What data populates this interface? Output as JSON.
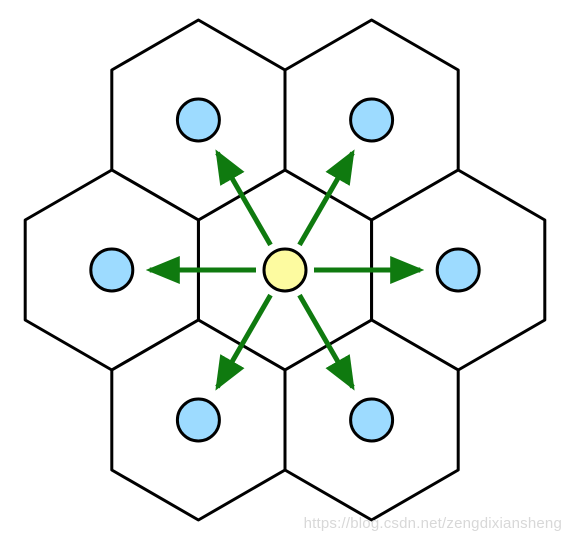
{
  "diagram": {
    "hex_stroke": "#000000",
    "hex_fill": "#ffffff",
    "center_node_color": "#fdfba0",
    "neighbor_node_color": "#9ddbff",
    "node_stroke": "#000000",
    "arrow_color": "#0f7a0f",
    "cells": [
      {
        "role": "center"
      },
      {
        "role": "neighbor",
        "direction": "upper-left"
      },
      {
        "role": "neighbor",
        "direction": "upper-right"
      },
      {
        "role": "neighbor",
        "direction": "left"
      },
      {
        "role": "neighbor",
        "direction": "right"
      },
      {
        "role": "neighbor",
        "direction": "lower-left"
      },
      {
        "role": "neighbor",
        "direction": "lower-right"
      }
    ]
  },
  "watermark": {
    "text": "https://blog.csdn.net/zengdixiansheng"
  }
}
